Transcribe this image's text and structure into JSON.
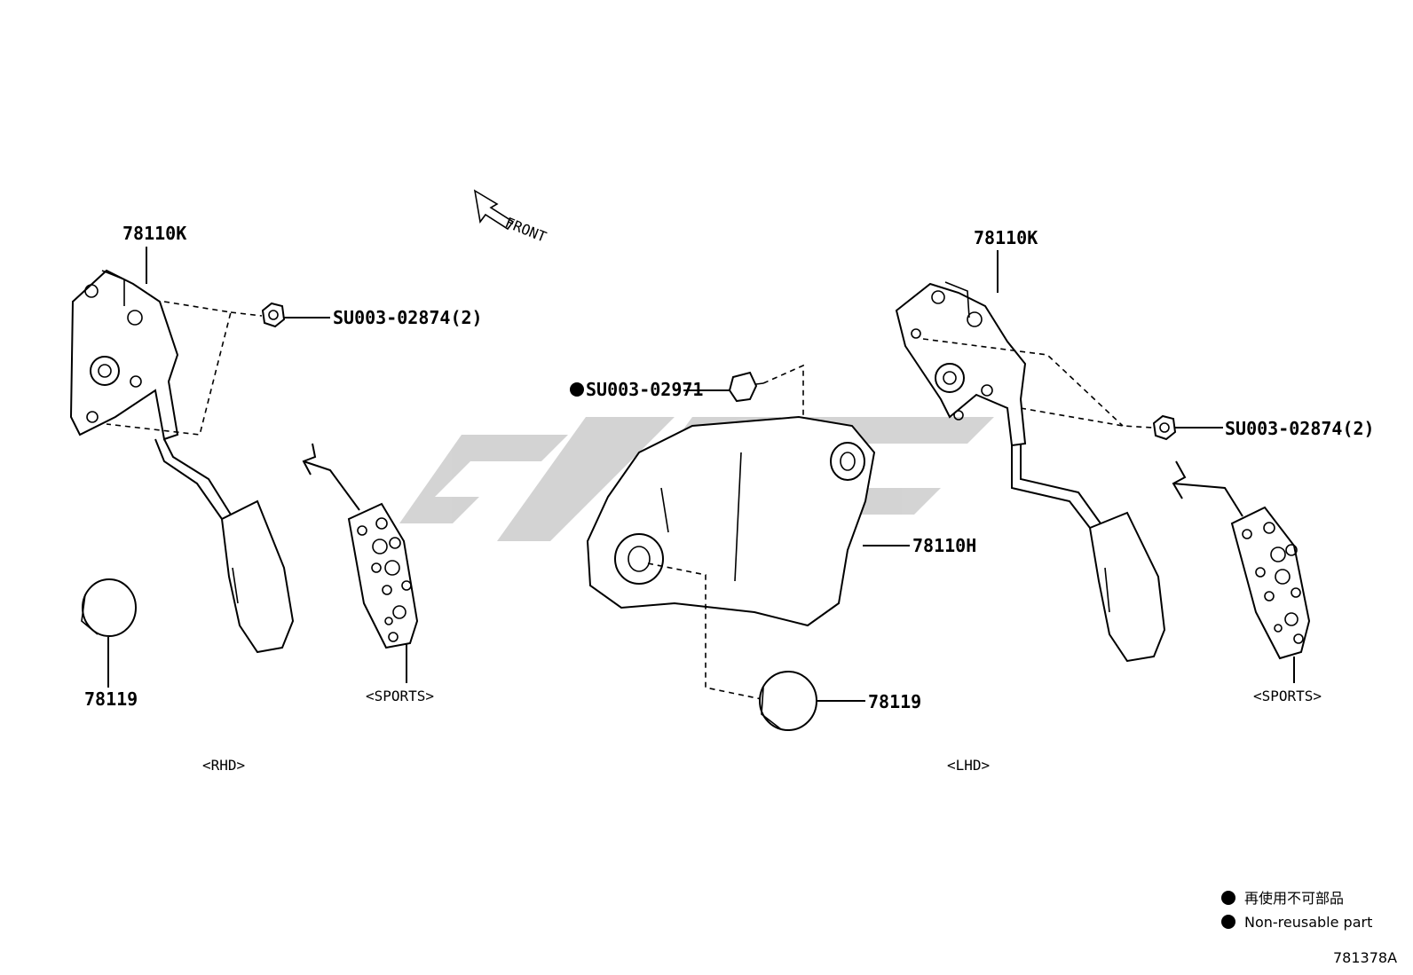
{
  "diagram": {
    "front_label": "FRONT",
    "rhd": {
      "variant_label": "<RHD>",
      "pedal_assembly_part": "78110K",
      "nut_part": "SU003-02874(2)",
      "stopper_part": "78119",
      "sports_label": "<SPORTS>"
    },
    "center": {
      "clip_part": "SU003-02971",
      "bracket_part": "78110H",
      "stopper_part": "78119"
    },
    "lhd": {
      "variant_label": "<LHD>",
      "pedal_assembly_part": "78110K",
      "nut_part": "SU003-02874(2)",
      "sports_label": "<SPORTS>"
    },
    "legend": {
      "jp_text": "再使用不可部品",
      "en_text": "Non-reusable part"
    },
    "figure_code": "781378A"
  }
}
